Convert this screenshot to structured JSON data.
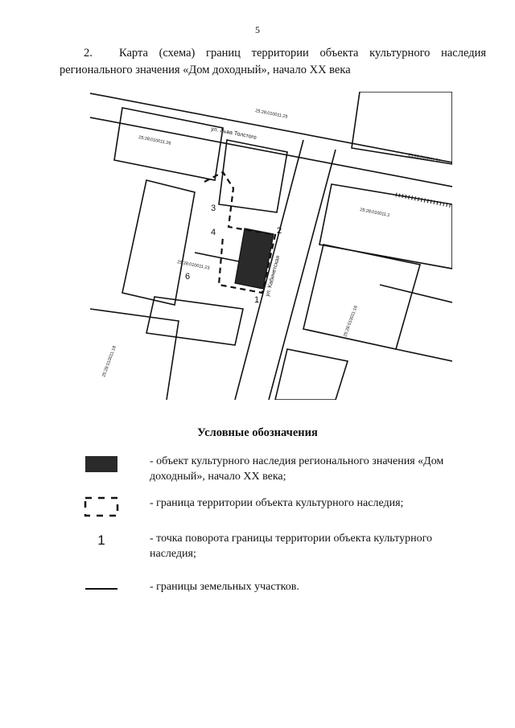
{
  "page": {
    "page_number": "5",
    "heading_number": "2.",
    "heading_text": "Карта (схема) границ территории объекта культурного наследия регионального значения «Дом доходный», начало XX века"
  },
  "map": {
    "street_labels": [
      "ул. Льва Толстого",
      "ул. Кабинетская"
    ],
    "boundary_points": [
      "1",
      "2",
      "3",
      "4",
      "6"
    ],
    "cadastral_labels": [
      "25:28:010011:26",
      "25:28:010011:25",
      "25:28:010011:23",
      "25:28:010011:20",
      "25:28:010011:1",
      "25:28:010011:18",
      "25:28:010011:16"
    ]
  },
  "legend": {
    "title": "Условные обозначения",
    "items": [
      {
        "text": "- объект культурного наследия регионального значения «Дом доходный», начало XX века;"
      },
      {
        "text": "- граница территории объекта культурного наследия;"
      },
      {
        "symbol_text": "1",
        "text": "- точка поворота границы территории объекта культурного наследия;"
      },
      {
        "text": "- границы земельных участков."
      }
    ]
  },
  "colors": {
    "object_fill": "#2a2a2a",
    "line": "#111111"
  }
}
